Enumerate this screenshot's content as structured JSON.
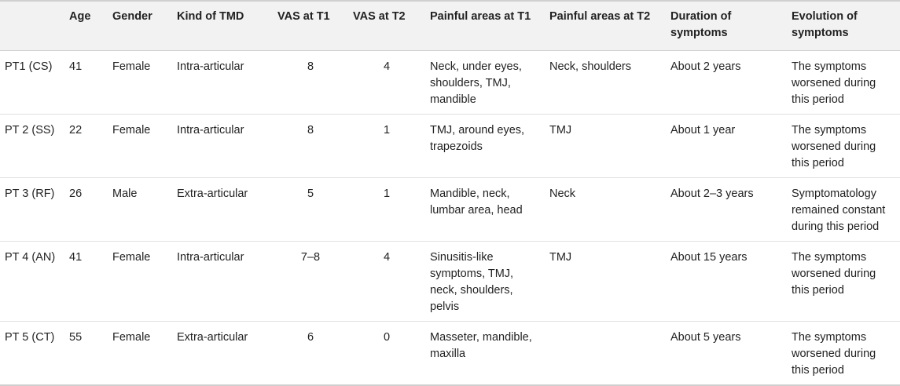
{
  "headers": [
    "",
    "Age",
    "Gender",
    "Kind of TMD",
    "VAS at T1",
    "VAS at T2",
    "Painful areas at T1",
    "Painful areas at T2",
    "Duration of symptoms",
    "Evolution of symptoms"
  ],
  "rows": [
    [
      "PT1 (CS)",
      "41",
      "Female",
      "Intra-articular",
      "8",
      "4",
      "Neck, under eyes, shoulders, TMJ, mandible",
      "Neck, shoulders",
      "About 2 years",
      "The symptoms worsened during this period"
    ],
    [
      "PT 2 (SS)",
      "22",
      "Female",
      "Intra-articular",
      "8",
      "1",
      "TMJ, around eyes, trapezoids",
      "TMJ",
      "About 1 year",
      "The symptoms worsened during this period"
    ],
    [
      "PT 3 (RF)",
      "26",
      "Male",
      "Extra-articular",
      "5",
      "1",
      "Mandible, neck, lumbar area, head",
      "Neck",
      "About 2–3 years",
      "Symptomatology remained constant during this period"
    ],
    [
      "PT 4 (AN)",
      "41",
      "Female",
      "Intra-articular",
      "7–8",
      "4",
      "Sinusitis-like symptoms, TMJ, neck, shoulders, pelvis",
      "TMJ",
      "About 15 years",
      "The symptoms worsened during this period"
    ],
    [
      "PT 5 (CT)",
      "55",
      "Female",
      "Extra-articular",
      "6",
      "0",
      "Masseter, mandible, maxilla",
      "",
      "About 5 years",
      "The symptoms worsened during this period"
    ]
  ]
}
